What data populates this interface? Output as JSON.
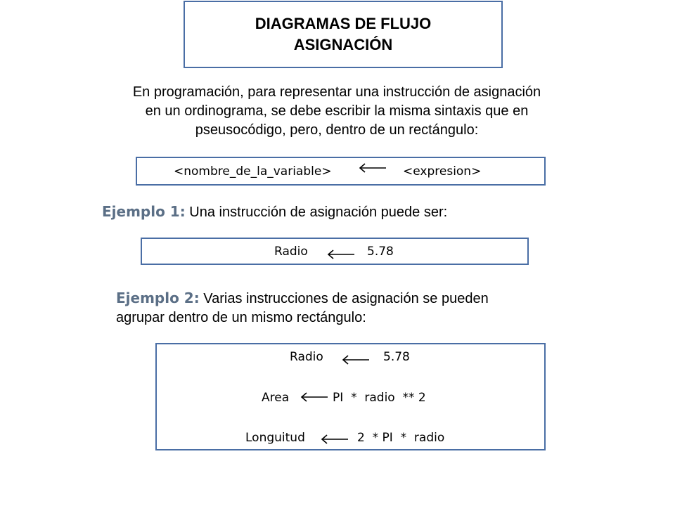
{
  "title": {
    "line1": "DIAGRAMAS DE FLUJO",
    "line2": "ASIGNACIÓN"
  },
  "intro": {
    "line1": "En programación, para representar una instrucción de asignación",
    "line2": "en un ordinograma, se debe escribir la misma sintaxis que en",
    "line3": "pseusocódigo, pero, dentro de un rectángulo:"
  },
  "syntax": {
    "left": "<nombre_de_la_variable>",
    "right": "<expresion>"
  },
  "example1": {
    "label": "Ejemplo 1:",
    "text": " Una instrucción de asignación puede ser:",
    "left": "Radio",
    "right": "5.78"
  },
  "example2": {
    "label": "Ejemplo 2:",
    "text_line1": " Varias instrucciones de asignación se pueden",
    "text_line2": "agrupar dentro de un mismo rectángulo:",
    "rows": [
      {
        "left": "Radio",
        "right": "5.78"
      },
      {
        "left": "Area",
        "right": "PI  *  radio  ** 2"
      },
      {
        "left": "Longuitud",
        "right": "2  * PI  *  radio"
      }
    ]
  },
  "colors": {
    "box_border": "#4a6ea5",
    "example_label": "#5b6f86"
  },
  "icons": {
    "assignment_arrow": "left-arrow-icon"
  }
}
